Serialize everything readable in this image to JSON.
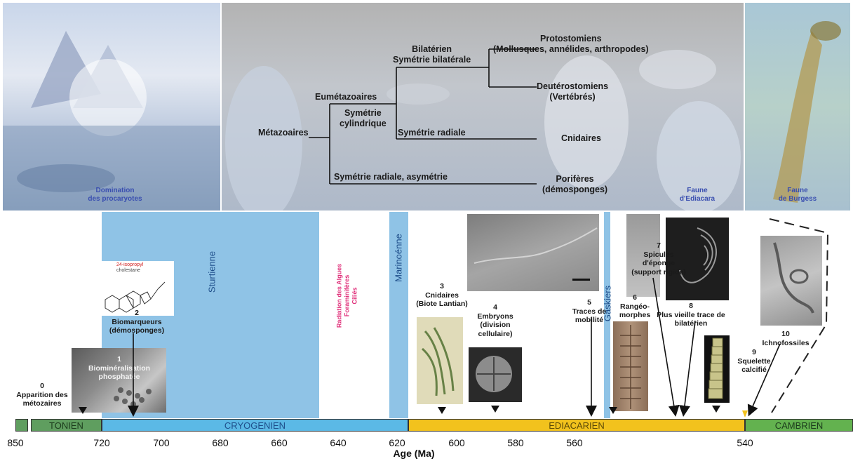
{
  "panels": {
    "left_caption": "Domination\ndes procaryotes",
    "ediacara_caption": "Faune\nd'Ediacara",
    "burgess_caption": "Faune\nde Burgess"
  },
  "tree": {
    "metazoaires": "Métazoaires",
    "eumetazoaires": "Eumétazoaires",
    "sym_cylindrique": "Symétrie\ncylindrique",
    "bilaterien": "Bilatérien\nSymétrie bilatérale",
    "protostomiens": "Protostomiens\n(Mollusques, annélides, arthropodes)",
    "deuterostomiens": "Deutérostomiens\n(Vertébrés)",
    "sym_radiale": "Symétrie radiale",
    "cnidaires": "Cnidaires",
    "sym_radiale_asym": "Symétrie radiale, asymétrie",
    "poriferes": "Porifères\n(démosponges)"
  },
  "glaciations": {
    "sturtienne": "Sturtienne",
    "marinoenne": "Marinoénne",
    "gaskiers": "Gaskiers",
    "radiation": "Radiation des Algues\nForaminifères\nCiliés"
  },
  "events": {
    "e0": "0\nApparition des\nmétozaires",
    "e1": "1\nBiominéralisation\nphosphatée",
    "e2": "2\nBiomarqueurs\n(démosponges)",
    "e2_inset_red": "24-isopropyl",
    "e2_inset_black": "cholestane",
    "e3": "3\nCnidaires\n(Biote Lantian)",
    "e4": "4\nEmbryons\n(division\ncellulaire)",
    "e5": "5\nTraces de\nmobilité",
    "e6": "6\nRangéo-\nmorphes",
    "e7": "7\nSpicules\nd'éponge\n(support rigide)",
    "e8": "8\nPlus vieille trace de\nbilatérien",
    "e9": "9\nSquelette\ncalcifié",
    "e10": "10\nIchnofossiles"
  },
  "periods": {
    "tonien": "TONIEN",
    "cryogenien": "CRYOGENIEN",
    "ediacarien": "EDIACARIEN",
    "cambrien": "CAMBRIEN"
  },
  "axis": {
    "label": "Age (Ma)",
    "ticks": [
      "850",
      "720",
      "700",
      "680",
      "660",
      "640",
      "620",
      "600",
      "580",
      "560",
      "540"
    ]
  },
  "colors": {
    "tonien": "#5f9e5f",
    "cryogenien": "#5bb9e6",
    "ediacarien": "#f2c21d",
    "cambrien": "#63b24f",
    "glacial": "#8fc3e6",
    "caption": "#3a4fb0",
    "radiation": "#e0307a"
  }
}
